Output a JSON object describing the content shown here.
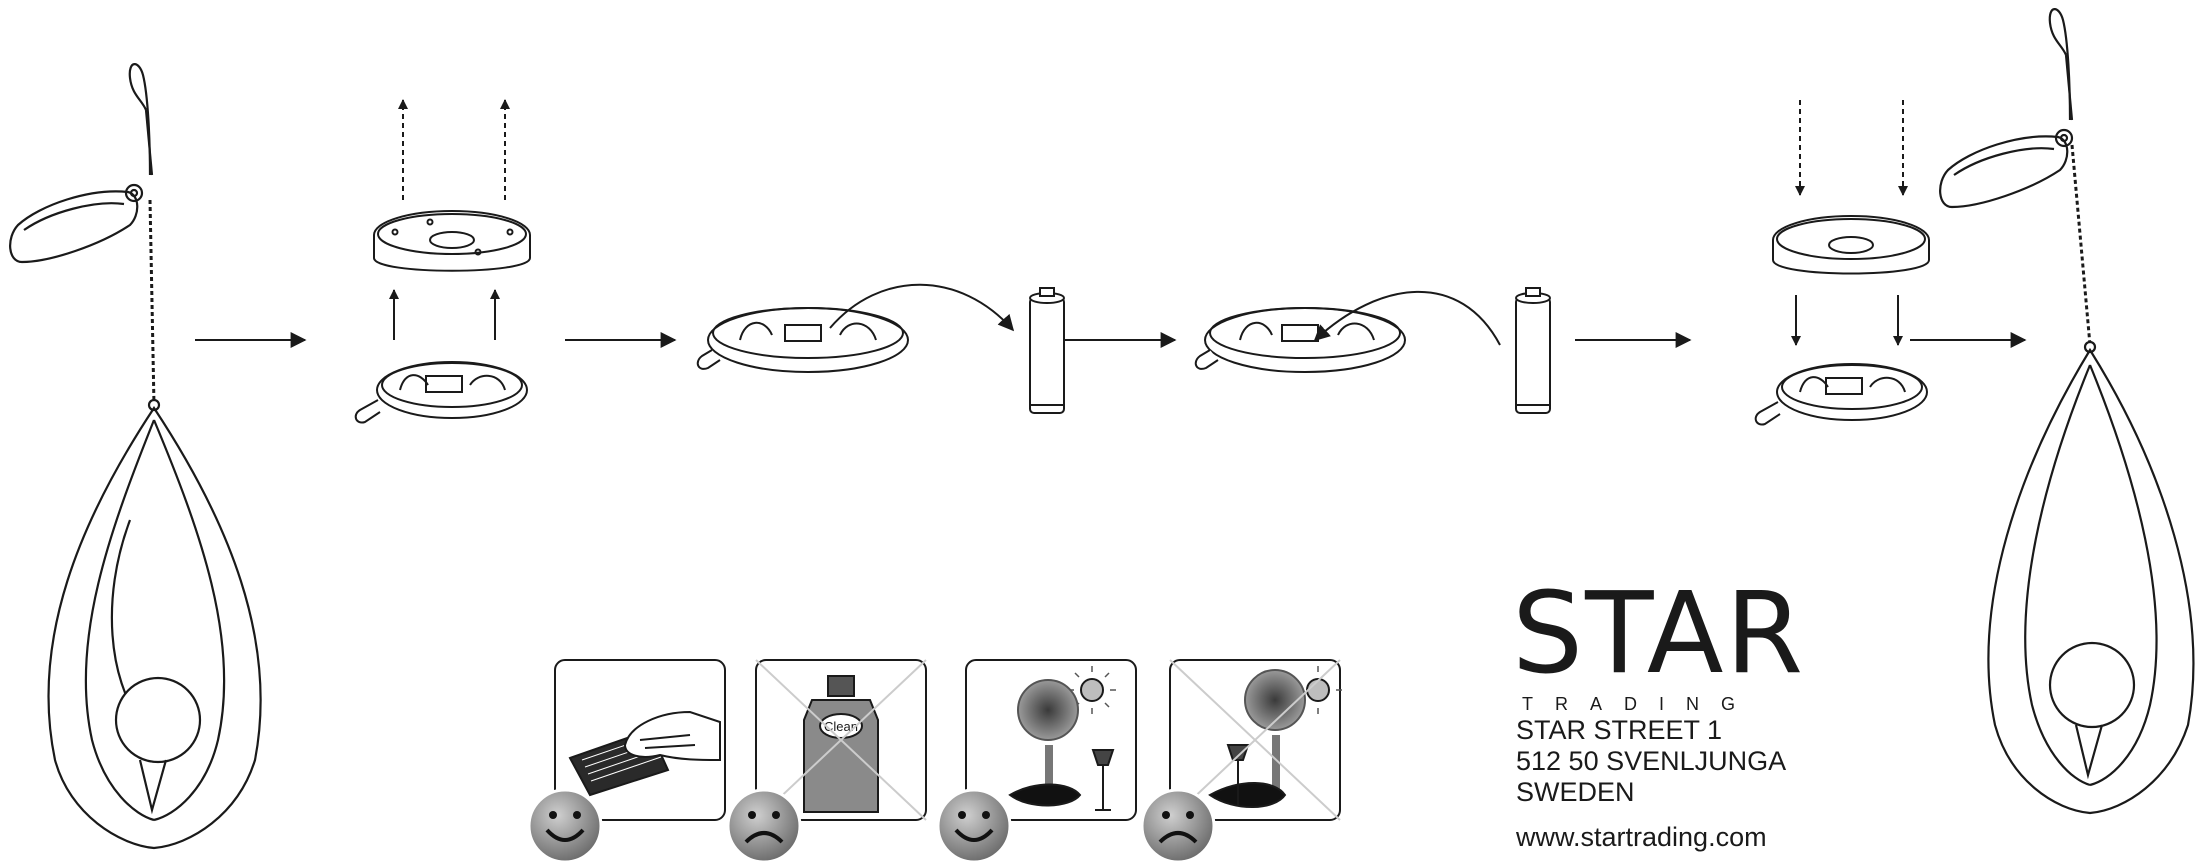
{
  "brand": {
    "wordmark": "STAR",
    "subtitle": "TRADING",
    "address": [
      "STAR STREET 1",
      "512 50 SVENLJUNGA",
      "SWEDEN"
    ],
    "website": "www.startrading.com"
  },
  "care_panels": {
    "clean_label": "Clean"
  }
}
